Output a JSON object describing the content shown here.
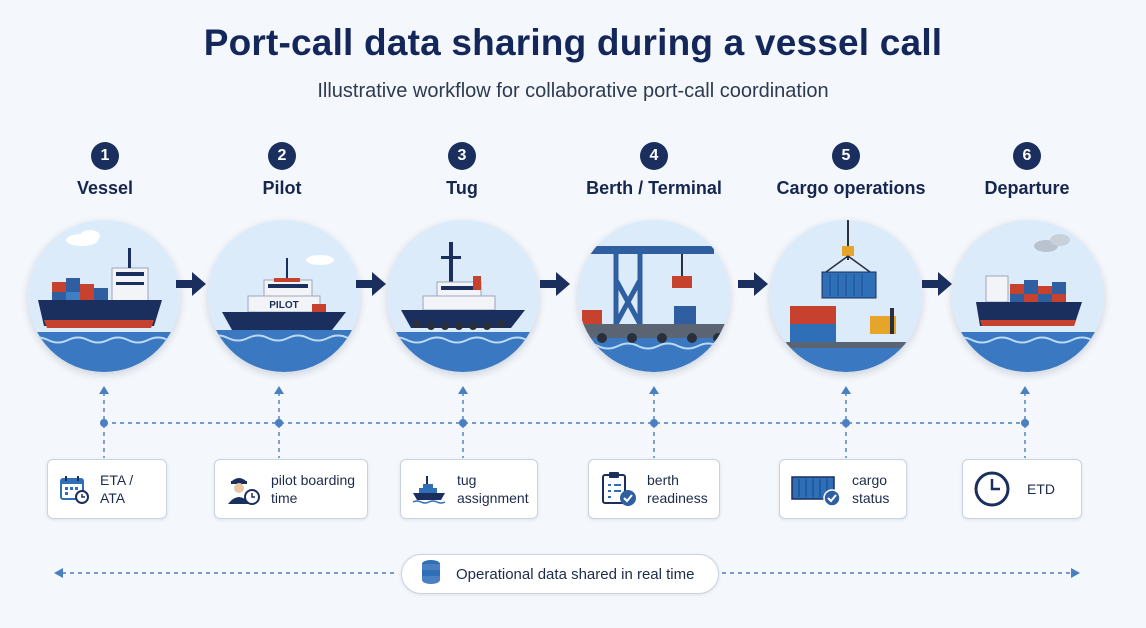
{
  "title": "Port-call data sharing during a vessel call",
  "subtitle": "Illustrative workflow for collaborative port-call coordination",
  "steps": [
    {
      "number": "1",
      "label": "Vessel",
      "data_label": "ETA / ATA"
    },
    {
      "number": "2",
      "label": "Pilot",
      "data_label": "pilot boarding time"
    },
    {
      "number": "3",
      "label": "Tug",
      "data_label": "tug assignment"
    },
    {
      "number": "4",
      "label": "Berth / Terminal",
      "data_label": "berth readiness"
    },
    {
      "number": "5",
      "label": "Cargo operations",
      "data_label": "cargo status"
    },
    {
      "number": "6",
      "label": "Departure",
      "data_label": "ETD"
    }
  ],
  "footer": "Operational data shared in real time",
  "colors": {
    "navy": "#1b2f5e",
    "blue": "#2f6fb7",
    "accent": "#4a7fc1",
    "sea": "#3a78c2"
  }
}
